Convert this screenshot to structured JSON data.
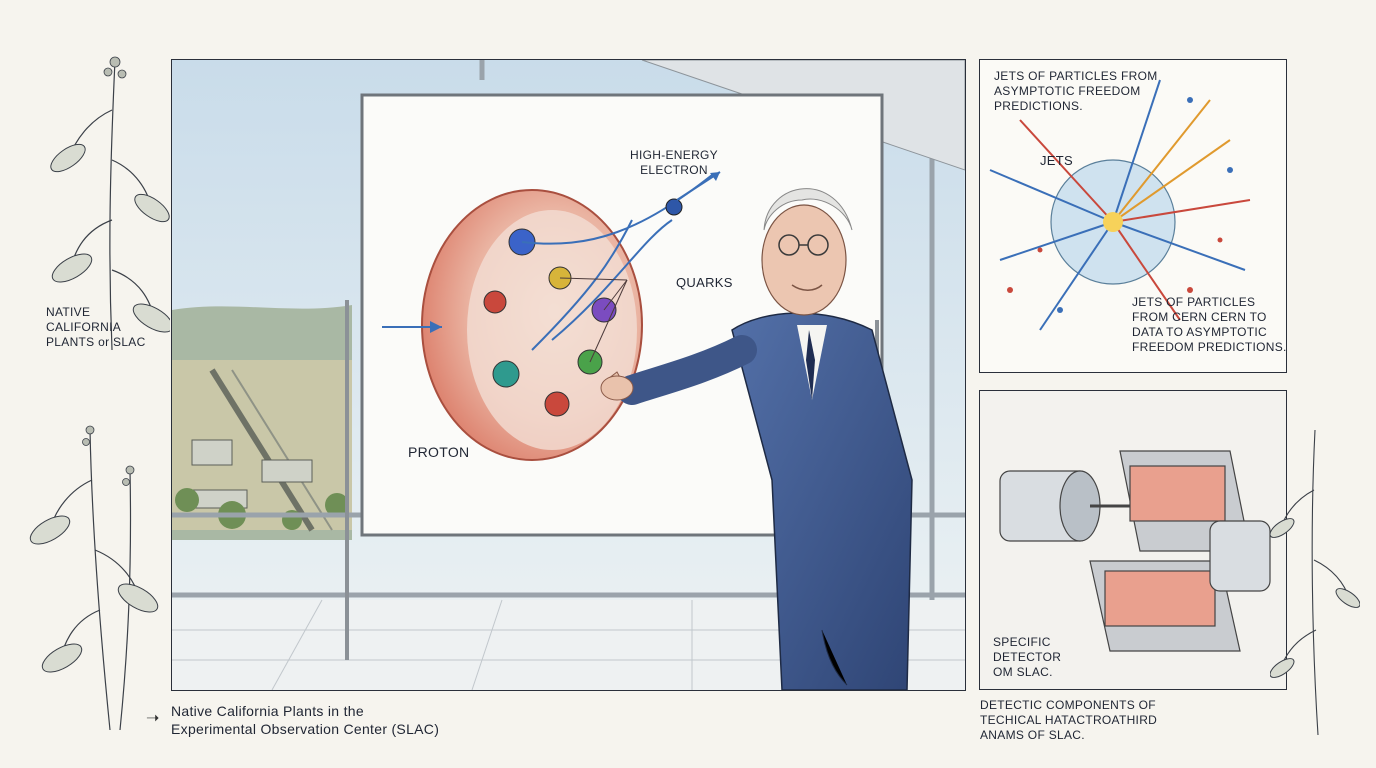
{
  "left_caption": {
    "line1": "NATIVE",
    "line2": "CALIFORNIA",
    "line3": "PLANTS or SLAC"
  },
  "bottom_caption": {
    "line1": "Native California Plants in the",
    "line2": "Experimental Observation Center (SLAC)"
  },
  "whiteboard": {
    "electron_label_1": "HIGH-ENERGY",
    "electron_label_2": "ELECTRON",
    "quarks_label": "QUARKS",
    "proton_label": "PROTON"
  },
  "jets_panel": {
    "title_1": "JETS OF PARTICLES FROM",
    "title_2": "ASYMPTOTIC FREEDOM",
    "title_3": "PREDICTIONS.",
    "jets_label": "JETS",
    "desc_1": "JETS OF PARTICLES",
    "desc_2": "FROM CERN CERN TO",
    "desc_3": "DATA TO ASYMPTOTIC",
    "desc_4": "FREEDOM PREDICTIONS."
  },
  "detector_panel": {
    "label_1": "SPECIFIC",
    "label_2": "DETECTOR",
    "label_3": "OM SLAC.",
    "caption_1": "DETECTIC COMPONENTS OF",
    "caption_2": "TECHICAL HATACTROATHIRD",
    "caption_3": "ANAMS OF SLAC."
  },
  "colors": {
    "suit": "#3e5688",
    "proton": "#e07b68",
    "quark_blue": "#3b63c9",
    "quark_green": "#4aa24a",
    "quark_red": "#c9483c",
    "quark_purple": "#7b4cc0",
    "quark_yellow": "#d7b43a",
    "quark_teal": "#2f9a8e"
  }
}
